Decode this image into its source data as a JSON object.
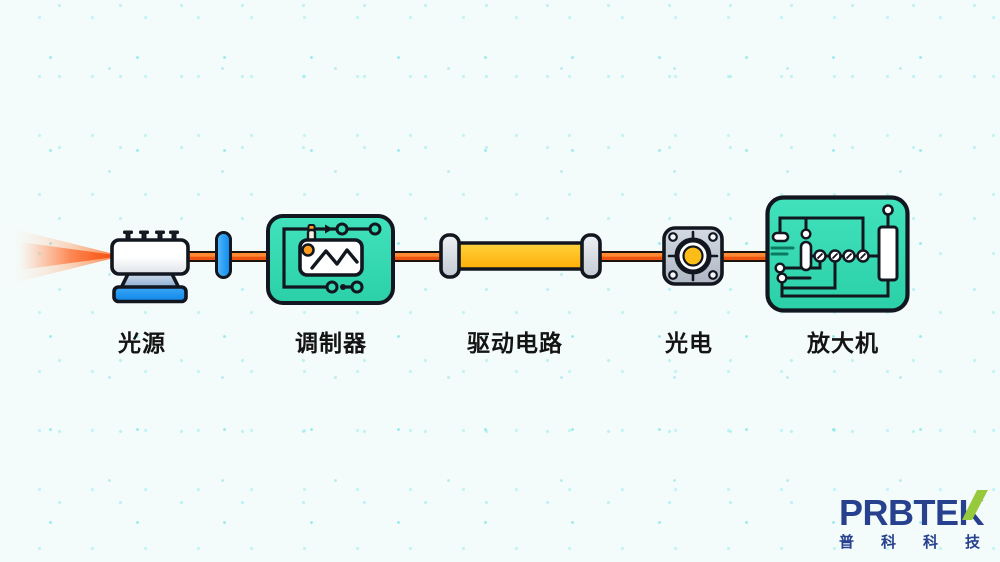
{
  "palette": {
    "background": "#f4fcfb",
    "speckle_cyan": "#49d6dc",
    "outline_black": "#12171f",
    "teal_box": "#35dab2",
    "wire_orange_top": "#ff8a33",
    "wire_orange_bottom": "#ef5310",
    "device_blue": "#1f97f2",
    "fuse_yellow": "#ffc41c",
    "metal_gray": "#c7cfda",
    "beam_orange": "#ff6a22",
    "node_orange": "#ff9b1f",
    "logo_navy": "#27418f",
    "logo_green": "#97c93d",
    "label_color": "#141414"
  },
  "diagram": {
    "type": "flow",
    "stages": [
      {
        "id": "light-source",
        "label": "光源"
      },
      {
        "id": "modulator",
        "label": "调制器"
      },
      {
        "id": "drive-circuit",
        "label": "驱动电路"
      },
      {
        "id": "photoelectric",
        "label": "光电"
      },
      {
        "id": "amplifier",
        "label": "放大机"
      }
    ]
  },
  "logo": {
    "brand": "PRBTEK",
    "subtitle": "普科科技"
  }
}
